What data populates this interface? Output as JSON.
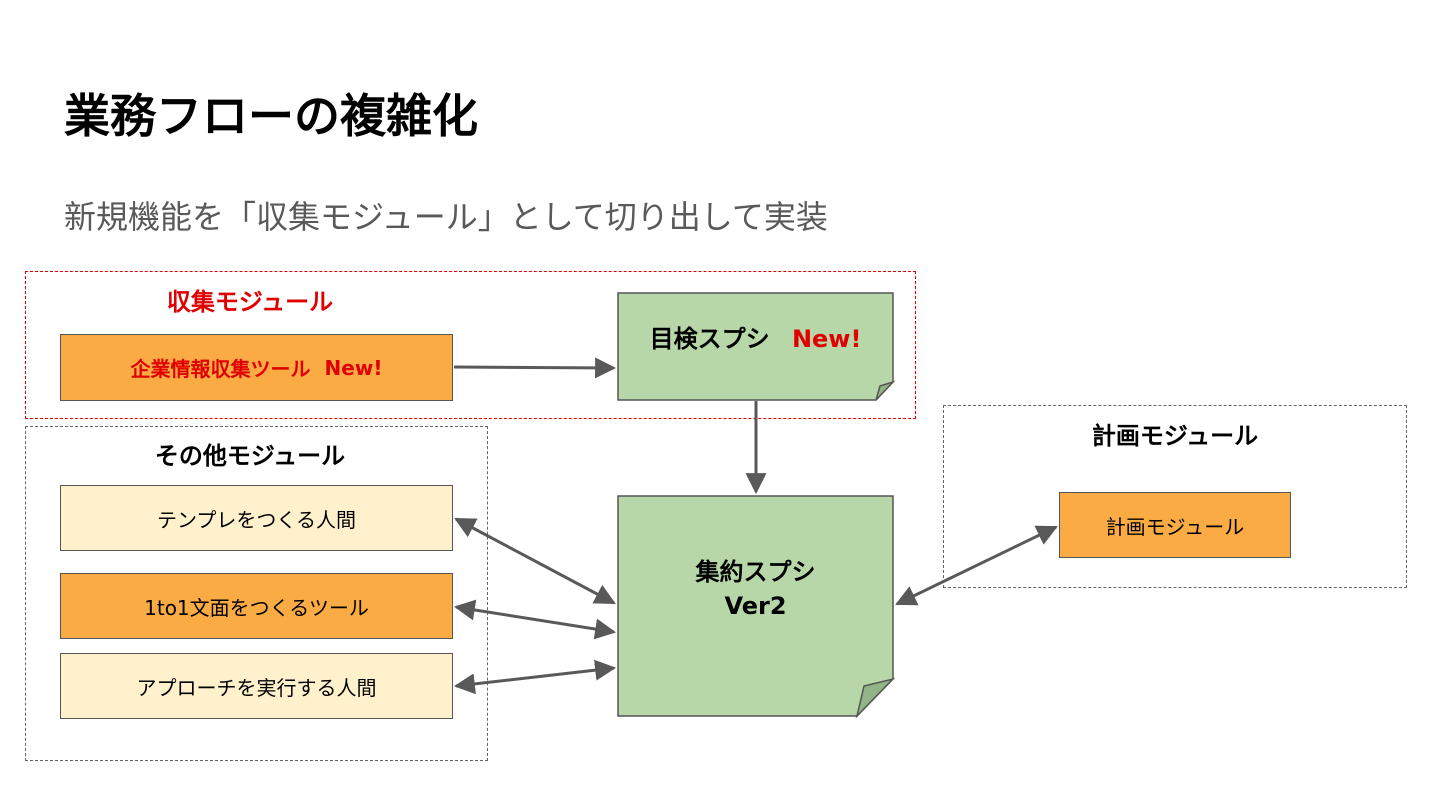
{
  "title": "業務フローの複雑化",
  "subtitle": "新規機能を「収集モジュール」として切り出して実装",
  "groups": {
    "collect": {
      "label": "収集モジュール"
    },
    "other": {
      "label": "その他モジュール"
    },
    "plan": {
      "label": "計画モジュール"
    }
  },
  "boxes": {
    "company_tool": {
      "label": "企業情報収集ツール",
      "badge": "New!"
    },
    "template_person": {
      "label": "テンプレをつくる人間"
    },
    "one_to_one_tool": {
      "label": "1to1文面をつくるツール"
    },
    "approach_person": {
      "label": "アプローチを実行する人間"
    },
    "plan_module": {
      "label": "計画モジュール"
    }
  },
  "notes": {
    "inspection_sheet": {
      "label": "目検スプシ",
      "badge": "New!"
    },
    "summary_sheet": {
      "line1": "集約スプシ",
      "line2": "Ver2"
    }
  },
  "colors": {
    "dashed_red": "#e00000",
    "dashed_gray": "#666666",
    "orange": "#fbab43",
    "cream": "#fef1cc",
    "green": "#b7d7a8",
    "arrow": "#595959"
  }
}
